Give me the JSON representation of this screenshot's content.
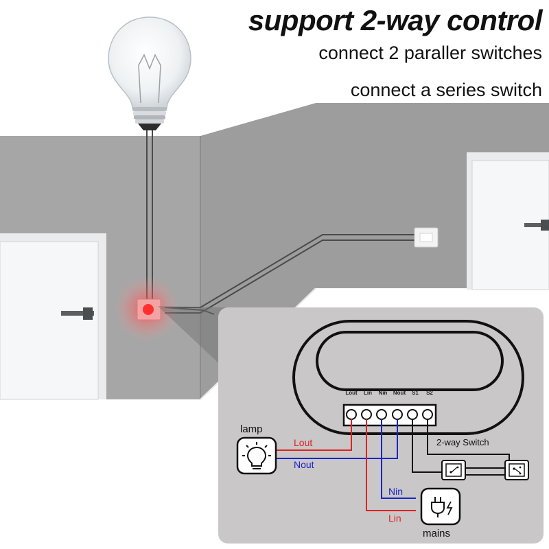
{
  "headline": {
    "title": "support 2-way control",
    "line1": "connect 2 paraller switches",
    "line2": "connect a series switch"
  },
  "module": {
    "terminals": [
      "Lout",
      "Lin",
      "Nin",
      "Nout",
      "S1",
      "S2"
    ]
  },
  "wiring": {
    "lamp_label": "lamp",
    "mains_label": "mains",
    "switch_label": "2-way Switch",
    "lout": "Lout",
    "nout": "Nout",
    "nin": "Nin",
    "lin": "Lin"
  },
  "colors": {
    "live": "#e02020",
    "neutral": "#1a23c8",
    "wall": "#a3a3a3",
    "panel": "#c9c7c7",
    "glow": "#ff3b3b"
  }
}
